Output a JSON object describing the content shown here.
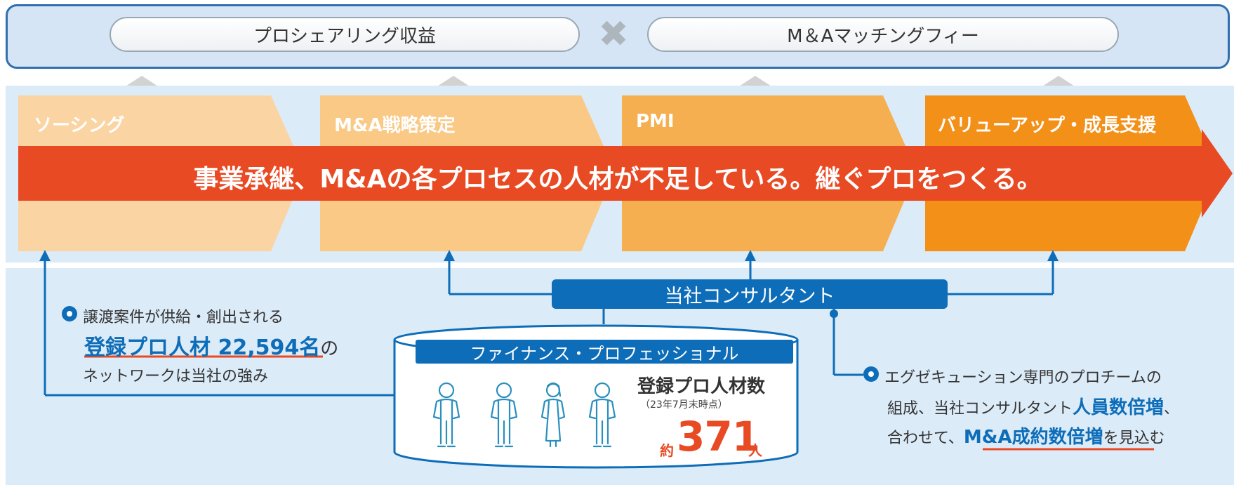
{
  "top": {
    "left_label": "プロシェアリング収益",
    "right_label": "M＆Aマッチングフィー",
    "operator": "✖"
  },
  "stages": [
    {
      "label": "ソーシング"
    },
    {
      "label": "M&A戦略策定"
    },
    {
      "label": "PMI"
    },
    {
      "label": "バリューアップ・成長支援"
    }
  ],
  "main_message": "事業承継、M&Aの各プロセスの人材が不足している。継ぐプロをつくる。",
  "consultant": {
    "label": "当社コンサルタント"
  },
  "left_note": {
    "line1": "譲渡案件が供給・創出される",
    "highlight": "登録プロ人材 22,594名",
    "suffix": "の",
    "line3": "ネットワークは当社の強み"
  },
  "database": {
    "header": "ファイナンス・プロフェッショナル",
    "title": "登録プロ人材数",
    "date": "（23年7月末時点）",
    "prefix": "約",
    "number": "371",
    "unit": "人"
  },
  "right_note": {
    "line1": "エグゼキューション専門のプロチームの",
    "line2_a": "組成、当社コンサルタント",
    "line2_b": "人員数倍増",
    "line2_c": "、",
    "line3_a": "合わせて、",
    "line3_b": "M&A成約数倍増",
    "line3_c": "を見込む"
  },
  "colors": {
    "stage1": "#fad4a3",
    "stage2": "#f9c985",
    "stage3": "#f5ae50",
    "stage4": "#f29018",
    "arrow": "#e84a23",
    "accent": "#0d6db8"
  },
  "icons": [
    "person-male-icon",
    "person-male-icon",
    "person-female-icon",
    "person-male-icon"
  ]
}
